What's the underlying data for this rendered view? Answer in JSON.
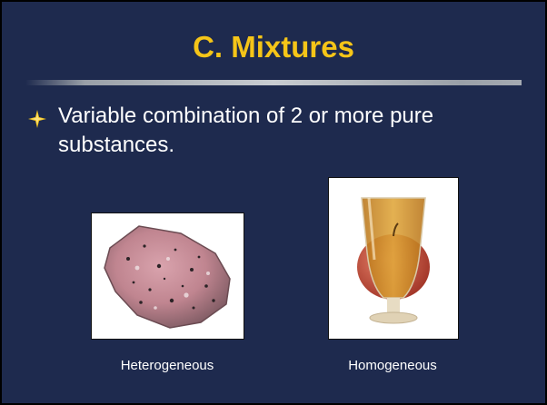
{
  "slide": {
    "title": "C. Mixtures",
    "bullet": {
      "icon": "four-point-star-icon",
      "text": "Variable combination of 2 or more pure substances."
    },
    "images": [
      {
        "name": "granite-rock-image",
        "caption": "Heterogeneous"
      },
      {
        "name": "apple-juice-glass-image",
        "caption": "Homogeneous"
      }
    ]
  },
  "colors": {
    "background": "#1e2a4e",
    "title": "#f5c518",
    "text": "#ffffff",
    "rule": "#c8ccd1",
    "bullet_icon": "#f5c518"
  }
}
